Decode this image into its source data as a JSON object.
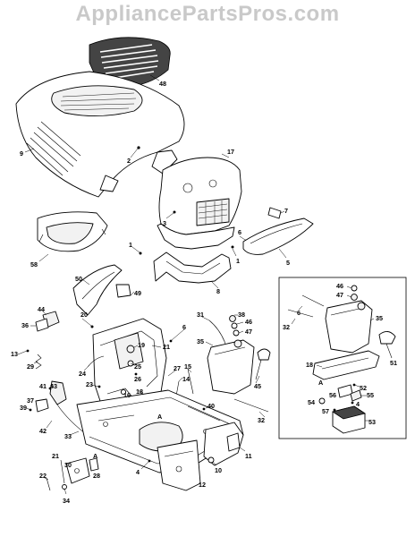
{
  "watermark": "AppliancePartsPros.com",
  "callouts": [
    {
      "id": "48",
      "text": "48"
    },
    {
      "id": "9",
      "text": "9"
    },
    {
      "id": "2",
      "text": "2"
    },
    {
      "id": "17",
      "text": "17"
    },
    {
      "id": "3",
      "text": "3"
    },
    {
      "id": "7",
      "text": "7"
    },
    {
      "id": "58",
      "text": "58"
    },
    {
      "id": "1a",
      "text": "1"
    },
    {
      "id": "1b",
      "text": "1"
    },
    {
      "id": "6a",
      "text": "6"
    },
    {
      "id": "5",
      "text": "5"
    },
    {
      "id": "8",
      "text": "8"
    },
    {
      "id": "50",
      "text": "50"
    },
    {
      "id": "49",
      "text": "49"
    },
    {
      "id": "44",
      "text": "44"
    },
    {
      "id": "36",
      "text": "36"
    },
    {
      "id": "20",
      "text": "20"
    },
    {
      "id": "31",
      "text": "31"
    },
    {
      "id": "38",
      "text": "38"
    },
    {
      "id": "46a",
      "text": "46"
    },
    {
      "id": "47a",
      "text": "47"
    },
    {
      "id": "6b",
      "text": "6"
    },
    {
      "id": "35a",
      "text": "35"
    },
    {
      "id": "13",
      "text": "13"
    },
    {
      "id": "19",
      "text": "19"
    },
    {
      "id": "21",
      "text": "21"
    },
    {
      "id": "29",
      "text": "29"
    },
    {
      "id": "24",
      "text": "24"
    },
    {
      "id": "25",
      "text": "25"
    },
    {
      "id": "15",
      "text": "15"
    },
    {
      "id": "45",
      "text": "45"
    },
    {
      "id": "27",
      "text": "27"
    },
    {
      "id": "26",
      "text": "26"
    },
    {
      "id": "41",
      "text": "41"
    },
    {
      "id": "43",
      "text": "43"
    },
    {
      "id": "23",
      "text": "23"
    },
    {
      "id": "16",
      "text": "16"
    },
    {
      "id": "18a",
      "text": "18"
    },
    {
      "id": "14",
      "text": "14"
    },
    {
      "id": "37",
      "text": "37"
    },
    {
      "id": "39",
      "text": "39"
    },
    {
      "id": "40",
      "text": "40"
    },
    {
      "id": "32a",
      "text": "32"
    },
    {
      "id": "A1",
      "text": "A"
    },
    {
      "id": "42",
      "text": "42"
    },
    {
      "id": "33",
      "text": "33"
    },
    {
      "id": "11",
      "text": "11"
    },
    {
      "id": "21b",
      "text": "21"
    },
    {
      "id": "30",
      "text": "30"
    },
    {
      "id": "A2",
      "text": "A"
    },
    {
      "id": "28",
      "text": "28"
    },
    {
      "id": "4a",
      "text": "4"
    },
    {
      "id": "10",
      "text": "10"
    },
    {
      "id": "22",
      "text": "22"
    },
    {
      "id": "12",
      "text": "12"
    },
    {
      "id": "34",
      "text": "34"
    },
    {
      "id": "46b",
      "text": "46"
    },
    {
      "id": "47b",
      "text": "47"
    },
    {
      "id": "6c",
      "text": "6"
    },
    {
      "id": "32b",
      "text": "32"
    },
    {
      "id": "35b",
      "text": "35"
    },
    {
      "id": "18b",
      "text": "18"
    },
    {
      "id": "51",
      "text": "51"
    },
    {
      "id": "A3",
      "text": "A"
    },
    {
      "id": "52",
      "text": "52"
    },
    {
      "id": "56",
      "text": "56"
    },
    {
      "id": "55",
      "text": "55"
    },
    {
      "id": "54",
      "text": "54"
    },
    {
      "id": "57",
      "text": "57"
    },
    {
      "id": "4b",
      "text": "4"
    },
    {
      "id": "53",
      "text": "53"
    }
  ]
}
